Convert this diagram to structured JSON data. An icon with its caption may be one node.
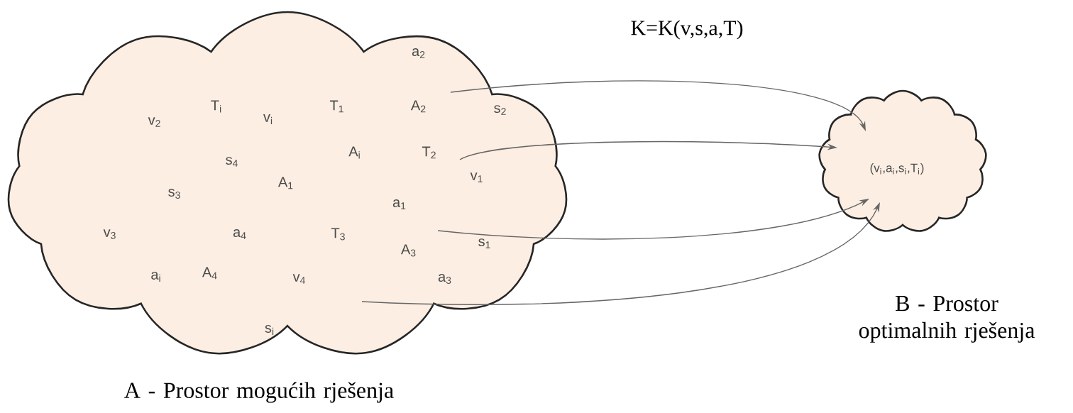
{
  "diagram": {
    "nodes": [
      {
        "text": [
          "a$_{2}$",
          "T$_{i}$",
          "T$_{1}$",
          "A$_{2}$",
          "s$_{2}$",
          "v$_{2}$",
          "v$_{i}$",
          "A$_{i}$",
          "T$_{2}$",
          "s$_{4}$",
          "v$_{1}$",
          "A$_{1}$",
          "s$_{3}$",
          "a$_{1}$",
          "v$_{3}$",
          "a$_{4}$",
          "T$_{3}$",
          "s$_{1}$",
          "A$_{3}$",
          "a$_{i}$",
          "A$_{4}$",
          "v$_{4}$",
          "a$_{3}$",
          "s$_{i}$"
        ],
        "beside": [
          "A - Prostor mogućih rješenja"
        ]
      },
      {
        "text": [
          "(v$_{i}$,a$_{i}$,s$_{i}$,T$_{i}$)"
        ],
        "beside": [
          "B - Prostor optimalnih rješenja"
        ]
      }
    ],
    "edges": [
      {
        "from": 0,
        "to": 1,
        "arrow": "to"
      },
      {
        "from": 0,
        "to": 1,
        "arrow": "to"
      },
      {
        "from": 0,
        "to": 1,
        "arrow": "to"
      },
      {
        "from": 0,
        "to": 1,
        "arrow": "to"
      }
    ],
    "labels": [
      "K=K(v,s,a,T)"
    ]
  }
}
